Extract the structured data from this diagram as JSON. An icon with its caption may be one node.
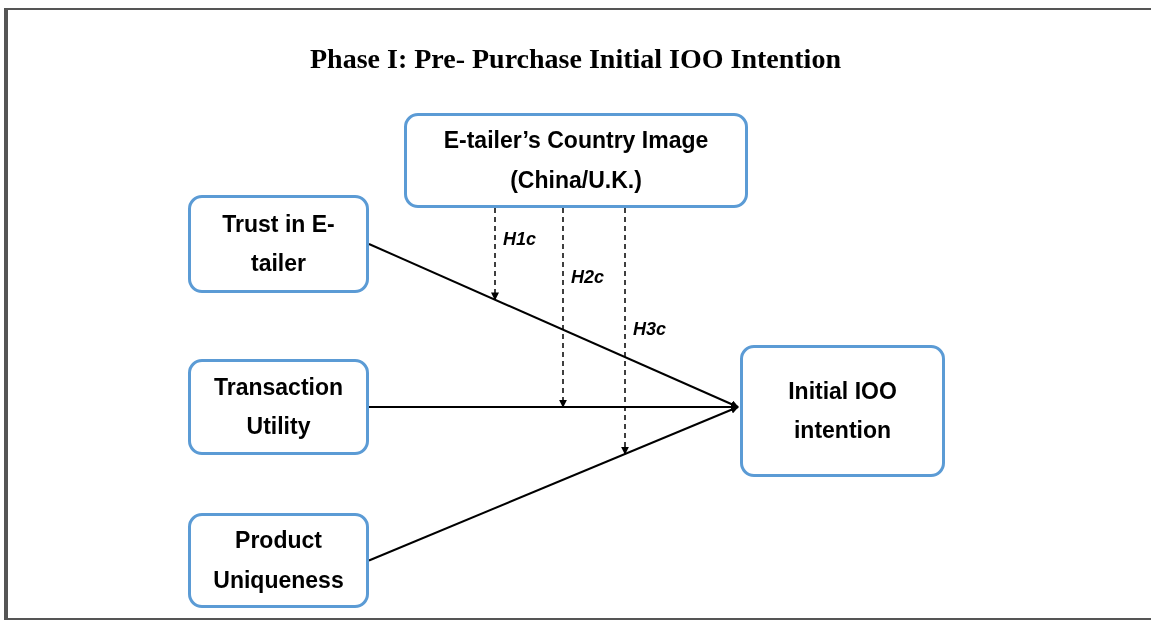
{
  "diagram": {
    "title": "Phase I: Pre- Purchase Initial IOO Intention",
    "nodes": [
      {
        "text": [
          "E-tailer’s Country Image (China/U.K.)"
        ]
      },
      {
        "text": [
          "Trust in E-tailer"
        ]
      },
      {
        "text": [
          "Transaction Utility"
        ]
      },
      {
        "text": [
          "Product Uniqueness"
        ]
      },
      {
        "text": [
          "Initial IOO intention"
        ]
      }
    ],
    "edges": [
      {
        "from": 1,
        "to": 4,
        "arrow": "to"
      },
      {
        "from": 2,
        "to": 4,
        "arrow": "to"
      },
      {
        "from": 3,
        "to": 4,
        "arrow": "to"
      },
      {
        "from": 0,
        "to": null,
        "arrow": "to",
        "style": "dashed",
        "label": "H1c"
      },
      {
        "from": 0,
        "to": null,
        "arrow": "to",
        "style": "dashed",
        "label": "H2c"
      },
      {
        "from": 0,
        "to": null,
        "arrow": "to",
        "style": "dashed",
        "label": "H3c"
      }
    ]
  }
}
